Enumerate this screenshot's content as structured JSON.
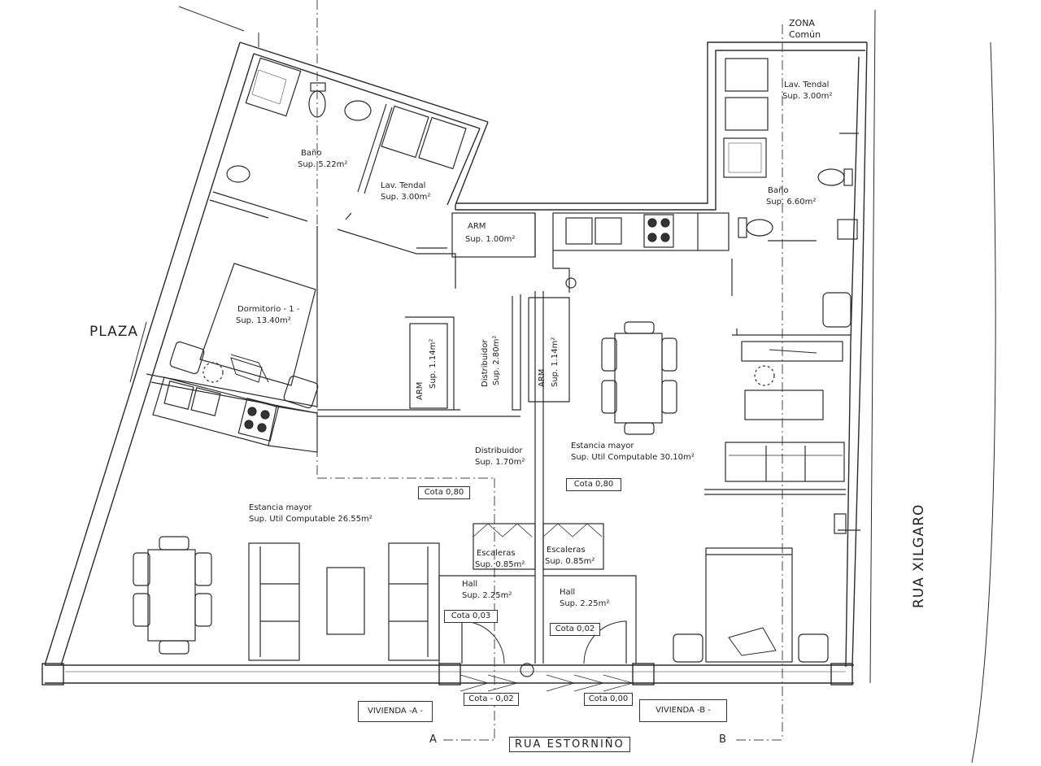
{
  "streets": {
    "plaza": "PLAZA",
    "rua_xilgaro": "RUA XILGARO",
    "rua_estornino": "RUA ESTORNIÑO"
  },
  "zona_comun": {
    "line1": "ZONA",
    "line2": "Común"
  },
  "section_marks": {
    "a": "A",
    "b": "B"
  },
  "units": {
    "a": "VIVIENDA -A -",
    "b": "VIVIENDA -B -"
  },
  "cotas": {
    "a_080": "Cota  0,80",
    "b_080": "Cota  0,80",
    "a_003": "Cota  0,03",
    "b_002": "Cota 0,02",
    "a_entry": "Cota - 0,02",
    "b_entry": "Cota 0,00"
  },
  "rooms_a": {
    "bano": {
      "name": "Baño",
      "area": "Sup. 5.22m²"
    },
    "lav": {
      "name": "Lav. Tendal",
      "area": "Sup. 3.00m²"
    },
    "arm1": {
      "name": "ARM",
      "area": "Sup. 1.00m²"
    },
    "dormitorio": {
      "name": "Dormitorio - 1 -",
      "area": "Sup. 13.40m²"
    },
    "arm2": {
      "name": "ARM",
      "area": "Sup. 1.14m²"
    },
    "distribuidor1": {
      "name": "Distribuidor",
      "area": "Sup. 2.80m²"
    },
    "distribuidor2": {
      "name": "Distribuidor",
      "area": "Sup. 1.70m²"
    },
    "estancia": {
      "name": "Estancia mayor",
      "area": "Sup. Util Computable 26.55m²"
    },
    "escaleras": {
      "name": "Escaleras",
      "area": "Sup. 0.85m²"
    },
    "hall": {
      "name": "Hall",
      "area": "Sup. 2.25m²"
    }
  },
  "rooms_b": {
    "lav": {
      "name": "Lav. Tendal",
      "area": "Sup. 3.00m²"
    },
    "bano": {
      "name": "Baño",
      "area": "Sup. 6.60m²"
    },
    "arm": {
      "name": "ARM",
      "area": "Sup. 1.14m²"
    },
    "estancia": {
      "name": "Estancia mayor",
      "area": "Sup. Util Computable 30.10m²"
    },
    "escaleras": {
      "name": "Escaleras",
      "area": "Sup. 0.85m²"
    },
    "hall": {
      "name": "Hall",
      "area": "Sup. 2.25m²"
    }
  }
}
